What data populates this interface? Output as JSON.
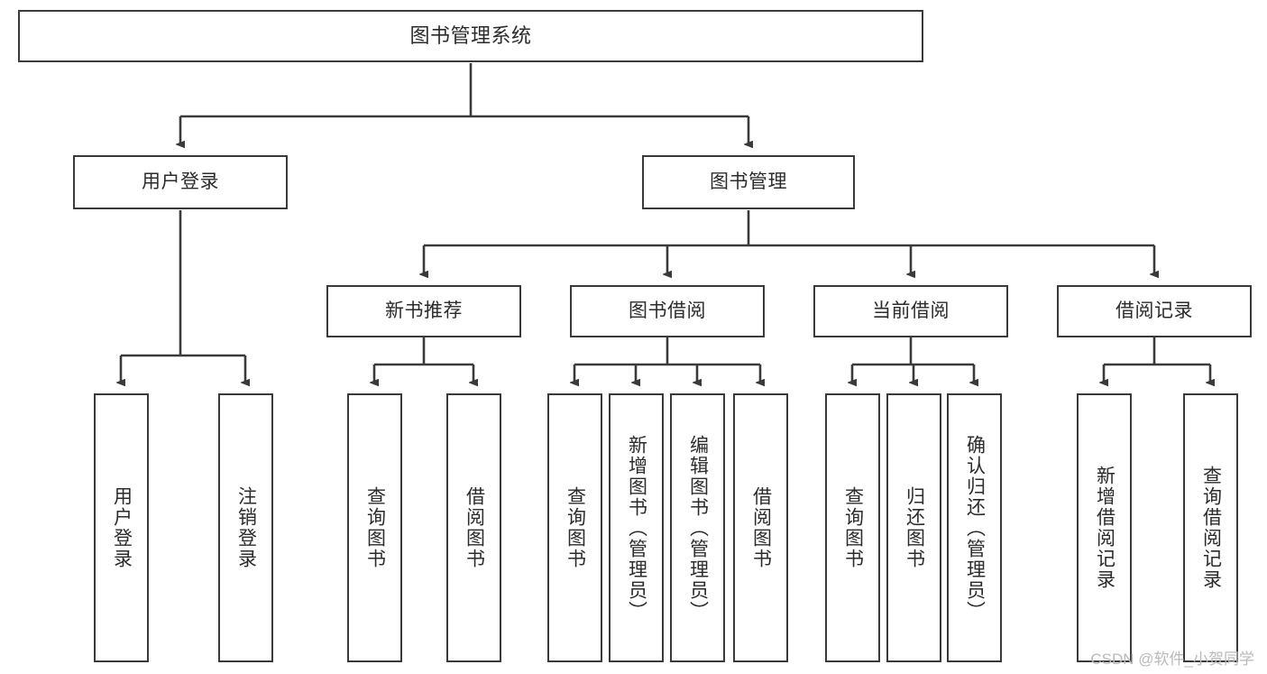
{
  "diagram": {
    "title": "图书管理系统",
    "type": "hierarchy-tree",
    "orientation": "top-down",
    "watermark": "CSDN @软件_小贺同学",
    "colors": {
      "box_border": "#3a3a3a",
      "box_fill": "#ffffff",
      "connector": "#3a3a3a",
      "text": "#2b2b2b",
      "watermark": "#b9b9b9",
      "background": "#ffffff"
    },
    "nodes": {
      "root": {
        "label": "图书管理系统"
      },
      "level1": [
        {
          "label": "用户登录"
        },
        {
          "label": "图书管理"
        }
      ],
      "level2": [
        {
          "label": "新书推荐"
        },
        {
          "label": "图书借阅"
        },
        {
          "label": "当前借阅"
        },
        {
          "label": "借阅记录"
        }
      ],
      "leaves": {
        "user_login": [
          {
            "label": "用户登录"
          },
          {
            "label": "注销登录"
          }
        ],
        "new_book_recommend": [
          {
            "label": "查询图书"
          },
          {
            "label": "借阅图书"
          }
        ],
        "book_borrow": [
          {
            "label": "查询图书"
          },
          {
            "label": "新增图书（管理员）"
          },
          {
            "label": "编辑图书（管理员）"
          },
          {
            "label": "借阅图书"
          }
        ],
        "current_borrow": [
          {
            "label": "查询图书"
          },
          {
            "label": "归还图书"
          },
          {
            "label": "确认归还（管理员）"
          }
        ],
        "borrow_record": [
          {
            "label": "新增借阅记录"
          },
          {
            "label": "查询借阅记录"
          }
        ]
      }
    }
  }
}
